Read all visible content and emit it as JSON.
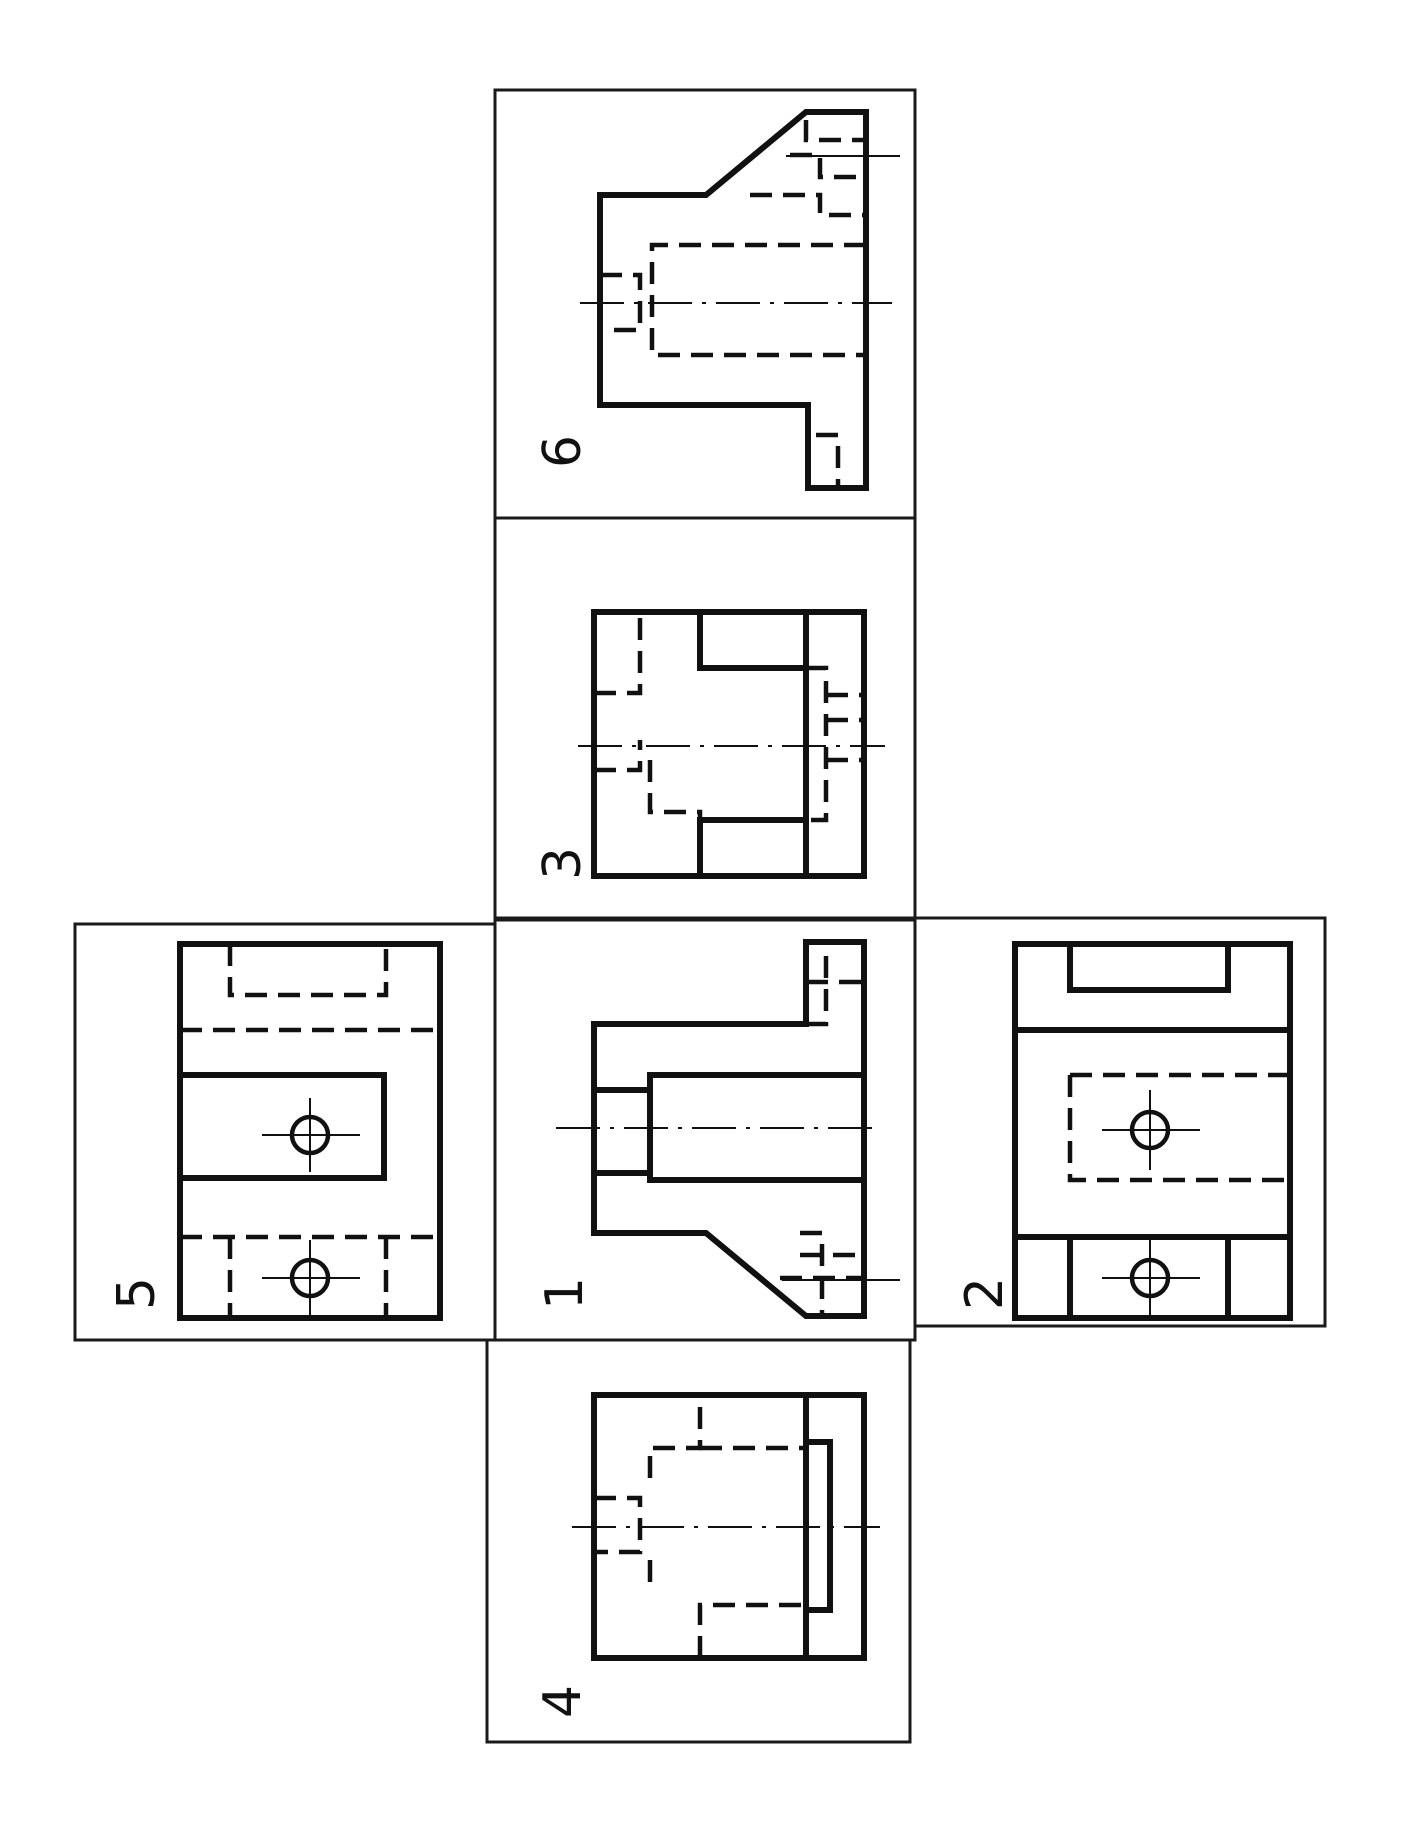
{
  "views": [
    {
      "id": "1",
      "label": "1"
    },
    {
      "id": "2",
      "label": "2"
    },
    {
      "id": "3",
      "label": "3"
    },
    {
      "id": "4",
      "label": "4"
    },
    {
      "id": "5",
      "label": "5"
    },
    {
      "id": "6",
      "label": "6"
    }
  ],
  "colors": {
    "line": "#111111",
    "background": "#ffffff"
  }
}
